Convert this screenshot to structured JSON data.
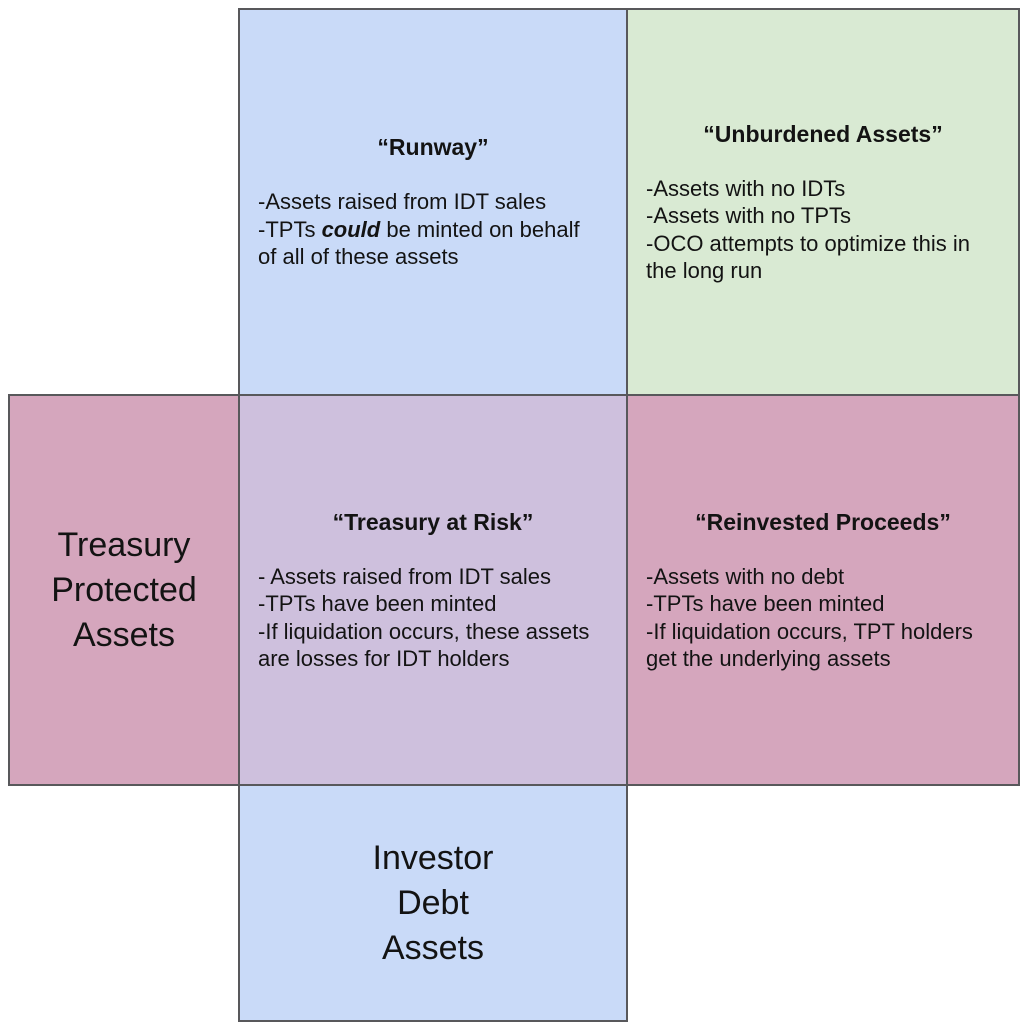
{
  "diagram": {
    "colors": {
      "blue": "#c9daf8",
      "green": "#d9ead3",
      "pink": "#d5a6bd",
      "purple": "#cec0dd",
      "line": "#58585b",
      "text": "#131313"
    },
    "boxes": {
      "runway": {
        "title": "“Runway”",
        "body": [
          [
            {
              "t": "-Assets raised from IDT sales"
            }
          ],
          [
            {
              "t": "-TPTs "
            },
            {
              "t": "could",
              "em": true
            },
            {
              "t": " be minted on behalf of all of these assets"
            }
          ]
        ]
      },
      "unburdened": {
        "title": "“Unburdened Assets”",
        "body": [
          [
            {
              "t": "-Assets with no IDTs"
            }
          ],
          [
            {
              "t": "-Assets with no TPTs"
            }
          ],
          [
            {
              "t": "-OCO attempts to optimize this in the long run"
            }
          ]
        ]
      },
      "treasury_at_risk": {
        "title": "“Treasury at Risk”",
        "body": [
          [
            {
              "t": "- Assets raised from IDT sales"
            }
          ],
          [
            {
              "t": "-TPTs have been minted"
            }
          ],
          [
            {
              "t": "-If liquidation occurs, these assets are losses for IDT holders"
            }
          ]
        ]
      },
      "reinvested_proceeds": {
        "title": "“Reinvested Proceeds”",
        "body": [
          [
            {
              "t": "-Assets with no debt"
            }
          ],
          [
            {
              "t": "-TPTs have been minted"
            }
          ],
          [
            {
              "t": "-If liquidation occurs, TPT holders get the underlying assets"
            }
          ]
        ]
      },
      "treasury_protected_assets": {
        "label_lines": [
          "Treasury",
          "Protected",
          "Assets"
        ]
      },
      "investor_debt_assets": {
        "label_lines": [
          "Investor",
          "Debt",
          "Assets"
        ]
      }
    }
  }
}
